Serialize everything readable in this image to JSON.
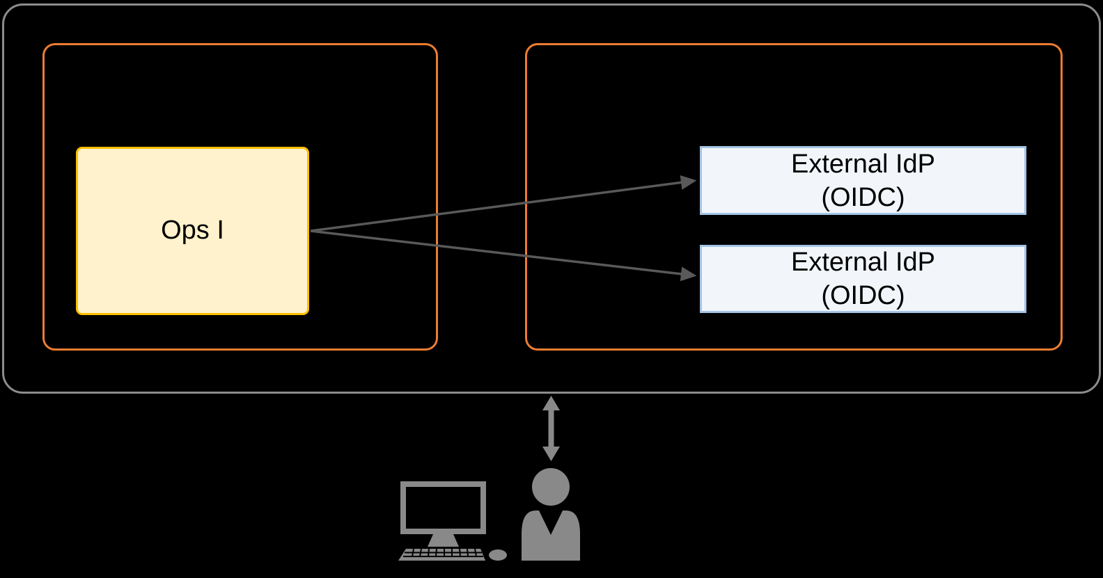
{
  "diagram": {
    "ops_box": {
      "label": "Ops I"
    },
    "idp_boxes": [
      {
        "line1": "External IdP",
        "line2": "(OIDC)"
      },
      {
        "line1": "External IdP",
        "line2": "(OIDC)"
      }
    ]
  },
  "icons": {
    "user": "user-icon",
    "computer": "desktop-computer-icon",
    "double_arrow": "up-down-arrow-icon"
  },
  "colors": {
    "background": "#000000",
    "outer_border": "#8C8C8C",
    "zone_border": "#ED7D31",
    "ops_fill": "#FFF2CC",
    "ops_border": "#FFC000",
    "idp_fill": "#F2F6FB",
    "idp_border": "#A6C4E5",
    "connector_arrow": "#595959",
    "icon_gray": "#898989",
    "text": "#000000"
  }
}
